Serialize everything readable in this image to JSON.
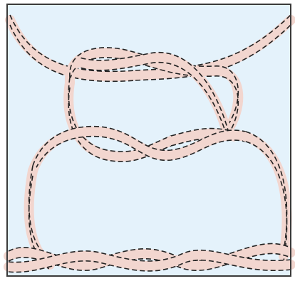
{
  "colors": {
    "background": "#e4f2fb",
    "frame": "#3a3a3a",
    "strand_fill": "#f2d6cf",
    "strand_edge": "#222222"
  },
  "diagram": {
    "description_labels": [],
    "strands": [
      "outer-arc-left",
      "outer-arc-right",
      "upper-crossing-a",
      "upper-crossing-b",
      "middle-crossing-a",
      "middle-crossing-b",
      "large-loop-left",
      "large-loop-right",
      "bottom-wave-a",
      "bottom-wave-b"
    ]
  }
}
